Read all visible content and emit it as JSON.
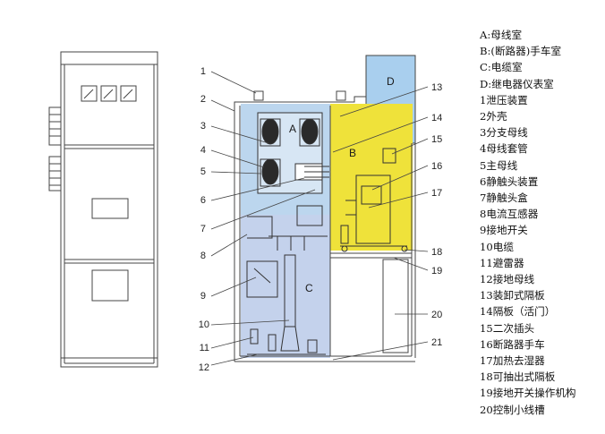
{
  "compartments": [
    {
      "letter": "A"
    },
    {
      "letter": "B"
    },
    {
      "letter": "C"
    },
    {
      "letter": "D"
    }
  ],
  "callouts": [
    "1",
    "2",
    "3",
    "4",
    "5",
    "6",
    "7",
    "8",
    "9",
    "10",
    "11",
    "12",
    "13",
    "14",
    "15",
    "16",
    "17",
    "18",
    "19",
    "20",
    "21"
  ],
  "legend": [
    "A:母线室",
    "B:(断路器)手车室",
    "C:电缆室",
    "D:继电器仪表室",
    "1泄压装置",
    "2外壳",
    "3分支母线",
    "4母线套管",
    "5主母线",
    "6静触头装置",
    "7静触头盒",
    "8电流互感器",
    "9接地开关",
    "10电缆",
    "11避雷器",
    "12接地母线",
    "13装卸式隔板",
    "14隔板（活门）",
    "15二次插头",
    "16断路器手车",
    "17加热去湿器",
    "18可抽出式隔板",
    "19接地开关操作机构",
    "20控制小线槽"
  ],
  "colors": {
    "busbar_room": "#bcd6ee",
    "breaker_room": "#efe23a",
    "cable_room": "#c4d2ec",
    "relay_room": "#a9cfee",
    "outline": "#333333"
  }
}
